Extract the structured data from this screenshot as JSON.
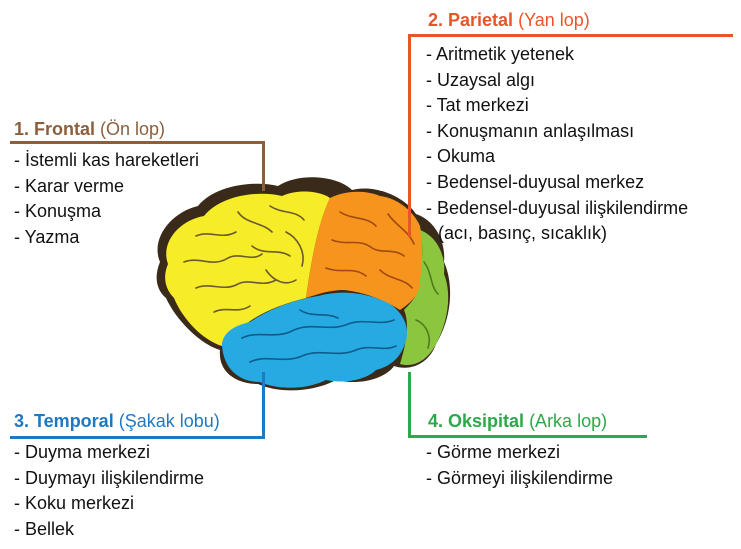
{
  "colors": {
    "frontal": "#8B5E3C",
    "parietal": "#E8552A",
    "temporal": "#1F78C2",
    "occipital": "#2DA84A",
    "brain_frontal": "#F6EC27",
    "brain_parietal": "#F7941D",
    "brain_temporal": "#27AAE1",
    "brain_occipital": "#8CC63F"
  },
  "frontal": {
    "title": "1. Frontal",
    "subtitle": "(Ön lop)",
    "items": [
      "- İstemli kas hareketleri",
      "- Karar verme",
      "- Konuşma",
      "- Yazma"
    ]
  },
  "parietal": {
    "title": "2. Parietal",
    "subtitle": "(Yan lop)",
    "items": [
      "- Aritmetik yetenek",
      "- Uzaysal algı",
      "- Tat merkezi",
      "- Konuşmanın anlaşılması",
      "- Okuma",
      "- Bedensel-duyusal merkez",
      "- Bedensel-duyusal ilişkilendirme",
      "(acı, basınç, sıcaklık)"
    ]
  },
  "temporal": {
    "title": "3. Temporal",
    "subtitle": "(Şakak lobu)",
    "items": [
      "- Duyma merkezi",
      "- Duymayı ilişkilendirme",
      "- Koku merkezi",
      "- Bellek"
    ]
  },
  "occipital": {
    "title": "4. Oksipital",
    "subtitle": "(Arka lop)",
    "items": [
      "- Görme merkezi",
      "- Görmeyi ilişkilendirme"
    ]
  }
}
